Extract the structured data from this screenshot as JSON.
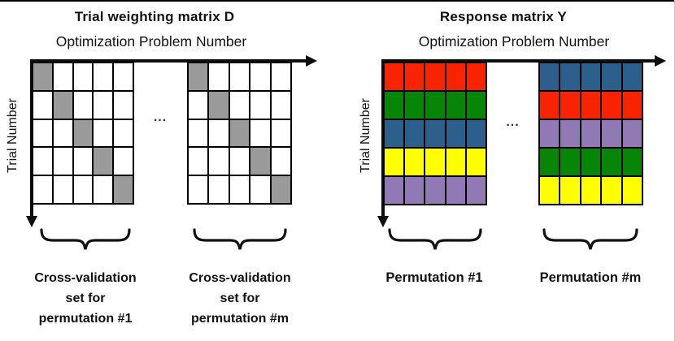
{
  "left_matrix": {
    "title": "Trial weighting matrix D",
    "x_axis_label": "Optimization Problem Number",
    "y_axis_label": "Trial Number",
    "ellipsis": "...",
    "blocks": [
      {
        "rows": 5,
        "cols": 5,
        "on_color": "#9a9a9a",
        "off_color": "#ffffff",
        "pattern": [
          [
            1,
            0,
            0,
            0,
            0
          ],
          [
            0,
            1,
            0,
            0,
            0
          ],
          [
            0,
            0,
            1,
            0,
            0
          ],
          [
            0,
            0,
            0,
            1,
            0
          ],
          [
            0,
            0,
            0,
            0,
            1
          ]
        ]
      },
      {
        "rows": 5,
        "cols": 5,
        "on_color": "#9a9a9a",
        "off_color": "#ffffff",
        "pattern": [
          [
            1,
            0,
            0,
            0,
            0
          ],
          [
            0,
            1,
            0,
            0,
            0
          ],
          [
            0,
            0,
            1,
            0,
            0
          ],
          [
            0,
            0,
            0,
            1,
            0
          ],
          [
            0,
            0,
            0,
            0,
            1
          ]
        ]
      }
    ],
    "braces": [
      {
        "label_lines": [
          "Cross-validation",
          "set for",
          "permutation #1"
        ]
      },
      {
        "label_lines": [
          "Cross-validation",
          "set for",
          "permutation #m"
        ]
      }
    ]
  },
  "right_matrix": {
    "title": "Response matrix Y",
    "x_axis_label": "Optimization Problem Number",
    "y_axis_label": "Trial Number",
    "ellipsis": "...",
    "blocks": [
      {
        "rows": 5,
        "cols": 5,
        "row_colors": [
          "#f82300",
          "#078507",
          "#2d5f8d",
          "#ffff00",
          "#9179b5"
        ]
      },
      {
        "rows": 5,
        "cols": 5,
        "row_colors": [
          "#2d5f8d",
          "#f82300",
          "#9179b5",
          "#078507",
          "#ffff00"
        ]
      }
    ],
    "braces": [
      {
        "label_lines": [
          "Permutation #1"
        ]
      },
      {
        "label_lines": [
          "Permutation #m"
        ]
      }
    ]
  },
  "colors": {
    "grid_line": "#000000",
    "axis": "#0d0d0d",
    "ellipsis_text": "#1f3864",
    "diagonal_gray": "#9a9a9a",
    "red": "#f82300",
    "green": "#078507",
    "blue": "#2d5f8d",
    "yellow": "#ffff00",
    "purple": "#9179b5"
  }
}
